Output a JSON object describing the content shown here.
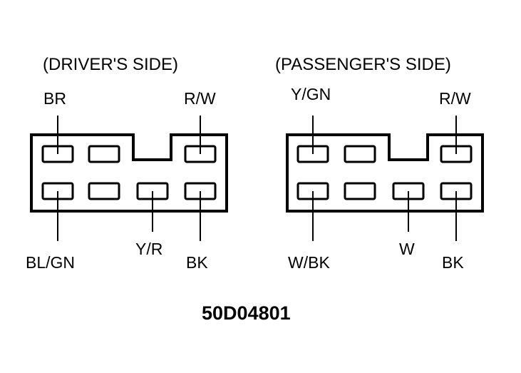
{
  "driver": {
    "title": "(DRIVER'S SIDE)",
    "top_left_wire": "BR",
    "top_right_wire": "R/W",
    "bottom_left_wire": "BL/GN",
    "bottom_third_wire": "Y/R",
    "bottom_right_wire": "BK"
  },
  "passenger": {
    "title": "(PASSENGER'S SIDE)",
    "top_left_wire": "Y/GN",
    "top_right_wire": "R/W",
    "bottom_left_wire": "W/BK",
    "bottom_third_wire": "W",
    "bottom_right_wire": "BK"
  },
  "figure_code": "50D04801"
}
